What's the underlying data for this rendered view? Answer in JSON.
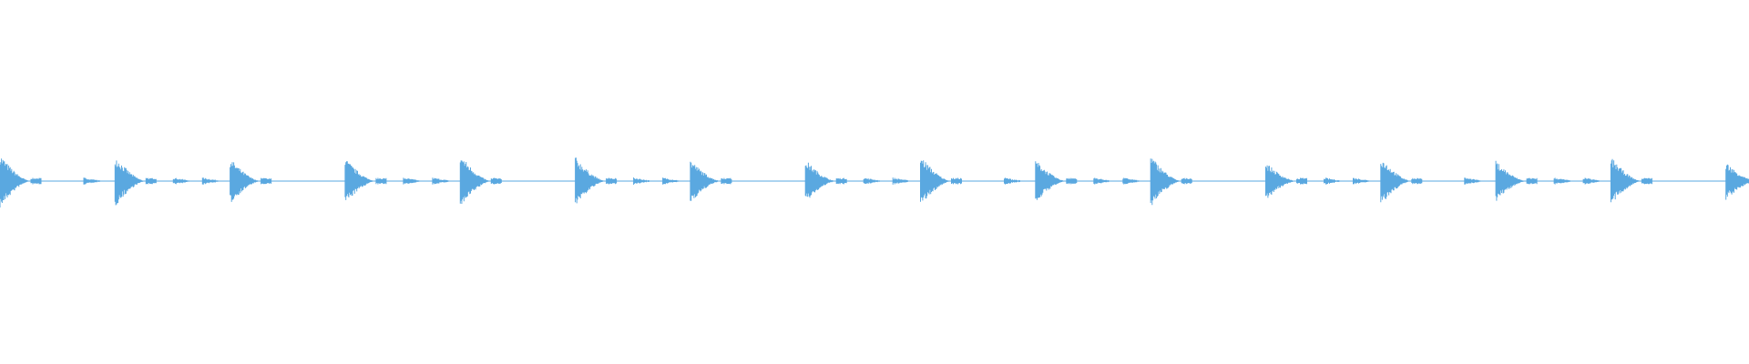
{
  "waveform": {
    "color": "#5aa8e0",
    "hit_count": 16,
    "hits": [
      {
        "strength": 1.0,
        "ghosts": 1
      },
      {
        "strength": 0.95,
        "ghosts": 2
      },
      {
        "strength": 0.85,
        "ghosts": 0
      },
      {
        "strength": 0.85,
        "ghosts": 2
      },
      {
        "strength": 1.0,
        "ghosts": 0
      },
      {
        "strength": 0.9,
        "ghosts": 2
      },
      {
        "strength": 0.8,
        "ghosts": 0
      },
      {
        "strength": 0.8,
        "ghosts": 2
      },
      {
        "strength": 0.95,
        "ghosts": 1
      },
      {
        "strength": 0.8,
        "ghosts": 2
      },
      {
        "strength": 0.95,
        "ghosts": 0
      },
      {
        "strength": 0.7,
        "ghosts": 2
      },
      {
        "strength": 0.9,
        "ghosts": 1
      },
      {
        "strength": 0.75,
        "ghosts": 2
      },
      {
        "strength": 0.9,
        "ghosts": 0
      },
      {
        "strength": 0.7,
        "ghosts": 0
      }
    ]
  }
}
